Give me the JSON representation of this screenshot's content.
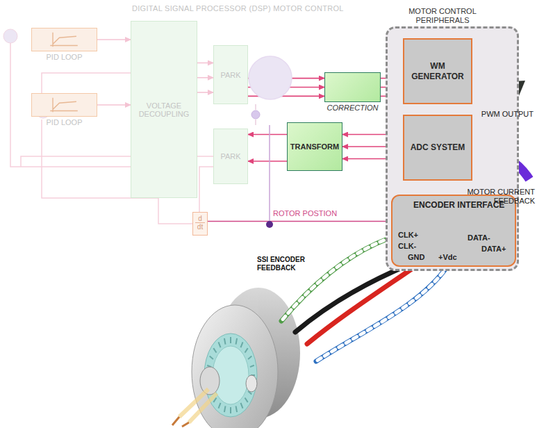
{
  "diagram": {
    "title": "DIGITAL SIGNAL PROCESSOR (DSP) MOTOR CONTROL",
    "nodes": [
      {
        "text": [
          "MOTOR CONTROL PERIPHERALS"
        ]
      },
      {
        "text": [
          "WM GENERATOR"
        ],
        "in": 0
      },
      {
        "text": [
          "ADC SYSTEM"
        ],
        "in": 0
      },
      {
        "text": [
          "ENCODER INTERFACE",
          "CLK+",
          "CLK-",
          "GND",
          "+Vdc",
          "DATA-",
          "DATA+"
        ],
        "in": 0
      },
      {
        "text": [
          "PID LOOP"
        ]
      },
      {
        "text": [
          "PID LOOP"
        ]
      },
      {
        "text": [
          "VOLTAGE DECOUPLING"
        ]
      },
      {
        "text": [
          "PARK"
        ]
      },
      {
        "text": [
          "PARK"
        ]
      },
      {
        "text": [
          "CORRECTION"
        ]
      },
      {
        "text": [
          "TRANSFORM"
        ]
      },
      {
        "text": [
          "d",
          "dt"
        ]
      }
    ],
    "edges": [
      {
        "from": 4,
        "to": 6,
        "arrow": "to"
      },
      {
        "from": 5,
        "to": 6,
        "arrow": "to"
      },
      {
        "from": 6,
        "to": 7,
        "arrow": "to"
      },
      {
        "from": 7,
        "to": 9,
        "arrow": "to"
      },
      {
        "from": 9,
        "to": 1,
        "arrow": "to"
      },
      {
        "from": 2,
        "to": 10,
        "arrow": "to"
      },
      {
        "from": 10,
        "to": 8,
        "arrow": "to"
      },
      {
        "from": 3,
        "to": 11,
        "label": "ROTOR POSTION",
        "arrow": "none"
      }
    ],
    "labels": [
      "PWM OUTPUT",
      "MOTOR CURRENT FEEDBACK",
      "SSI ENCODER FEEDBACK"
    ]
  }
}
